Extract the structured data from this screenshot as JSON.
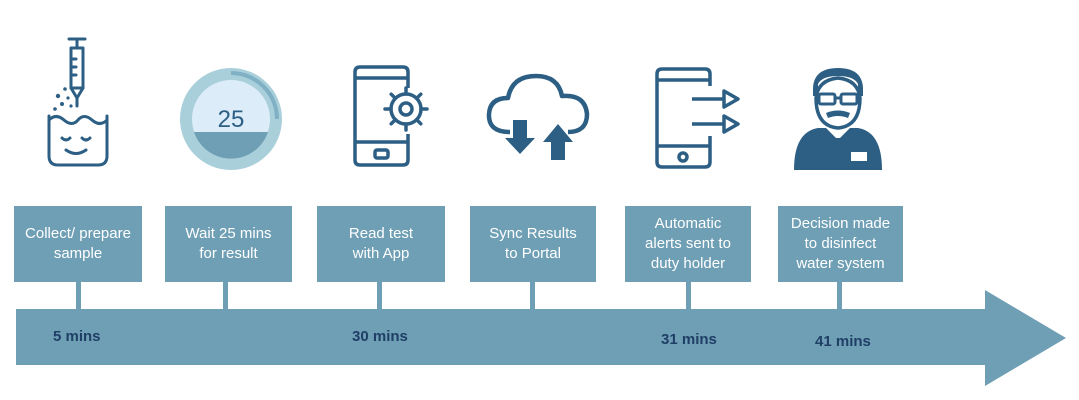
{
  "colors": {
    "primary_dark": "#2d5f85",
    "box_fill": "#6f9fb5",
    "arrow_fill": "#6f9fb5",
    "time_text": "#1f3f66",
    "timer_ring": "#a9cfdb",
    "timer_face": "#dcecf8",
    "timer_progress": "#6f9fb5"
  },
  "icons": {
    "sample": "syringe-beaker-icon",
    "timer": "timer-icon",
    "app": "phone-gear-icon",
    "sync": "cloud-sync-icon",
    "alerts": "phone-arrows-icon",
    "duty_holder": "man-icon"
  },
  "timer": {
    "value": "25"
  },
  "steps": [
    {
      "label": "Collect/ prepare\nsample"
    },
    {
      "label": "Wait 25 mins\nfor result"
    },
    {
      "label": "Read test\nwith App"
    },
    {
      "label": "Sync Results\nto Portal"
    },
    {
      "label": "Automatic\nalerts sent to\nduty holder"
    },
    {
      "label": "Decision made\nto disinfect\nwater system"
    }
  ],
  "times": [
    {
      "label": "5 mins"
    },
    {
      "label": "30 mins"
    },
    {
      "label": "31 mins"
    },
    {
      "label": "41 mins"
    }
  ]
}
